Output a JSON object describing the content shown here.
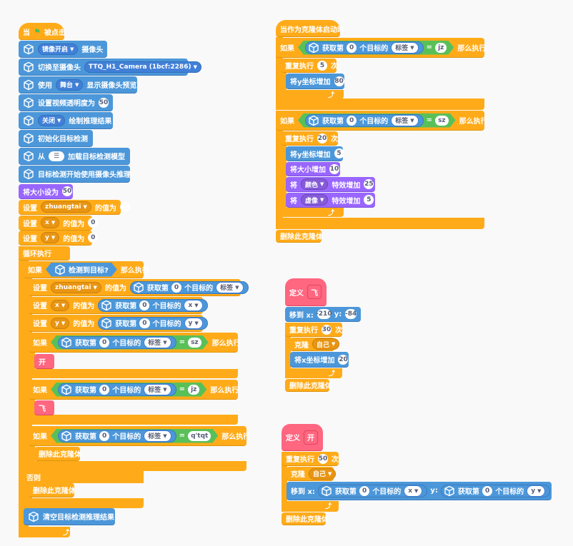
{
  "colors": {
    "motion": "#4c97d9",
    "control": "#ffab19",
    "looks": "#9966ff",
    "operator": "#59c059",
    "custom": "#ff6680"
  },
  "script1": {
    "hat_prefix": "当",
    "hat_flag": "⚑",
    "hat_label": "被点击",
    "mirror": {
      "dropdown": "镜像开启",
      "label": "摄像头"
    },
    "switch_camera": {
      "label": "切换至摄像头",
      "dropdown": "TTQ_H1_Camera (1bcf:2286)"
    },
    "use_stage": {
      "label": "使用",
      "dropdown": "舞台",
      "label2": "显示摄像头预览"
    },
    "transparency": {
      "label": "设置视频透明度为",
      "value": "50"
    },
    "draw_result": {
      "dropdown": "关闭",
      "label": "绘制推理结果"
    },
    "init_detect": {
      "label": "初始化目标检测"
    },
    "load_model": {
      "label": "从",
      "label2": "加载目标检测模型"
    },
    "start_infer": {
      "label": "目标检测开始使用摄像头推理"
    },
    "size": {
      "label": "将大小设为",
      "value": "50"
    },
    "set_zt": {
      "label": "设置",
      "var": "zhuangtai",
      "label2": "的值为",
      "value": ""
    },
    "set_x": {
      "label": "设置",
      "var": "x",
      "label2": "的值为",
      "value": "0"
    },
    "set_y": {
      "label": "设置",
      "var": "y",
      "label2": "的值为",
      "value": "0"
    },
    "forever": "循环执行",
    "if1": {
      "if": "如果",
      "cond": "检测到目标?",
      "then": "那么执行"
    },
    "set_zt2": {
      "label": "设置",
      "var": "zhuangtai",
      "label2": "的值为",
      "get": "获取第",
      "idx": "0",
      "of": "个目标的",
      "prop": "标签"
    },
    "set_x2": {
      "label": "设置",
      "var": "x",
      "label2": "的值为",
      "get": "获取第",
      "idx": "0",
      "of": "个目标的",
      "prop": "x"
    },
    "set_y2": {
      "label": "设置",
      "var": "y",
      "label2": "的值为",
      "get": "获取第",
      "idx": "0",
      "of": "个目标的",
      "prop": "y"
    },
    "if_sz": {
      "if": "如果",
      "get": "获取第",
      "idx": "0",
      "of": "个目标的",
      "prop": "标签",
      "eq": "=",
      "value": "sz",
      "then": "那么执行"
    },
    "call_kai": "开",
    "if_jz": {
      "if": "如果",
      "get": "获取第",
      "idx": "0",
      "of": "个目标的",
      "prop": "标签",
      "eq": "=",
      "value": "jz",
      "then": "那么执行"
    },
    "call_fei": "飞",
    "if_qtqt": {
      "if": "如果",
      "get": "获取第",
      "idx": "0",
      "of": "个目标的",
      "prop": "标签",
      "eq": "=",
      "value": "q'tqt",
      "then": "那么执行"
    },
    "delete_clone_1": "删除此克隆体",
    "else": "否则",
    "delete_clone_2": "删除此克隆体",
    "clear_results": "清空目标检测推理结果"
  },
  "script2": {
    "hat": "当作为克隆体启动时",
    "if_jz": {
      "if": "如果",
      "get": "获取第",
      "idx": "0",
      "of": "个目标的",
      "prop": "标签",
      "eq": "=",
      "value": "jz",
      "then": "那么执行"
    },
    "repeat1": {
      "label": "重复执行",
      "count": "5",
      "unit": "次"
    },
    "change_y1": {
      "label": "将y坐标增加",
      "value": "80"
    },
    "if_sz": {
      "if": "如果",
      "get": "获取第",
      "idx": "0",
      "of": "个目标的",
      "prop": "标签",
      "eq": "=",
      "value": "sz",
      "then": "那么执行"
    },
    "repeat2": {
      "label": "重复执行",
      "count": "20",
      "unit": "次"
    },
    "change_y2": {
      "label": "将y坐标增加",
      "value": "5"
    },
    "change_size": {
      "label": "将大小增加",
      "value": "10"
    },
    "color_effect": {
      "label": "将",
      "dropdown": "颜色",
      "label2": "特效增加",
      "value": "25"
    },
    "ghost_effect": {
      "label": "将",
      "dropdown": "虚像",
      "label2": "特效增加",
      "value": "5"
    },
    "delete_clone": "删除此克隆体"
  },
  "script3": {
    "define": "定义",
    "name": "飞",
    "goto": {
      "label": "移到 x:",
      "x": "-210",
      "ylabel": "y:",
      "y": "-84"
    },
    "repeat": {
      "label": "重复执行",
      "count": "30",
      "unit": "次"
    },
    "clone": {
      "label": "克隆",
      "dropdown": "自己"
    },
    "change_x": {
      "label": "将x坐标增加",
      "value": "20"
    },
    "delete_clone": "删除此克隆体"
  },
  "script4": {
    "define": "定义",
    "name": "开",
    "repeat": {
      "label": "重复执行",
      "count": "50",
      "unit": "次"
    },
    "clone": {
      "label": "克隆",
      "dropdown": "自己"
    },
    "goto": {
      "label": "移到 x:",
      "get": "获取第",
      "idx": "0",
      "of": "个目标的",
      "propx": "x",
      "ylabel": "y:",
      "get2": "获取第",
      "idx2": "0",
      "of2": "个目标的",
      "propy": "y"
    },
    "delete_clone": "删除此克隆体"
  }
}
